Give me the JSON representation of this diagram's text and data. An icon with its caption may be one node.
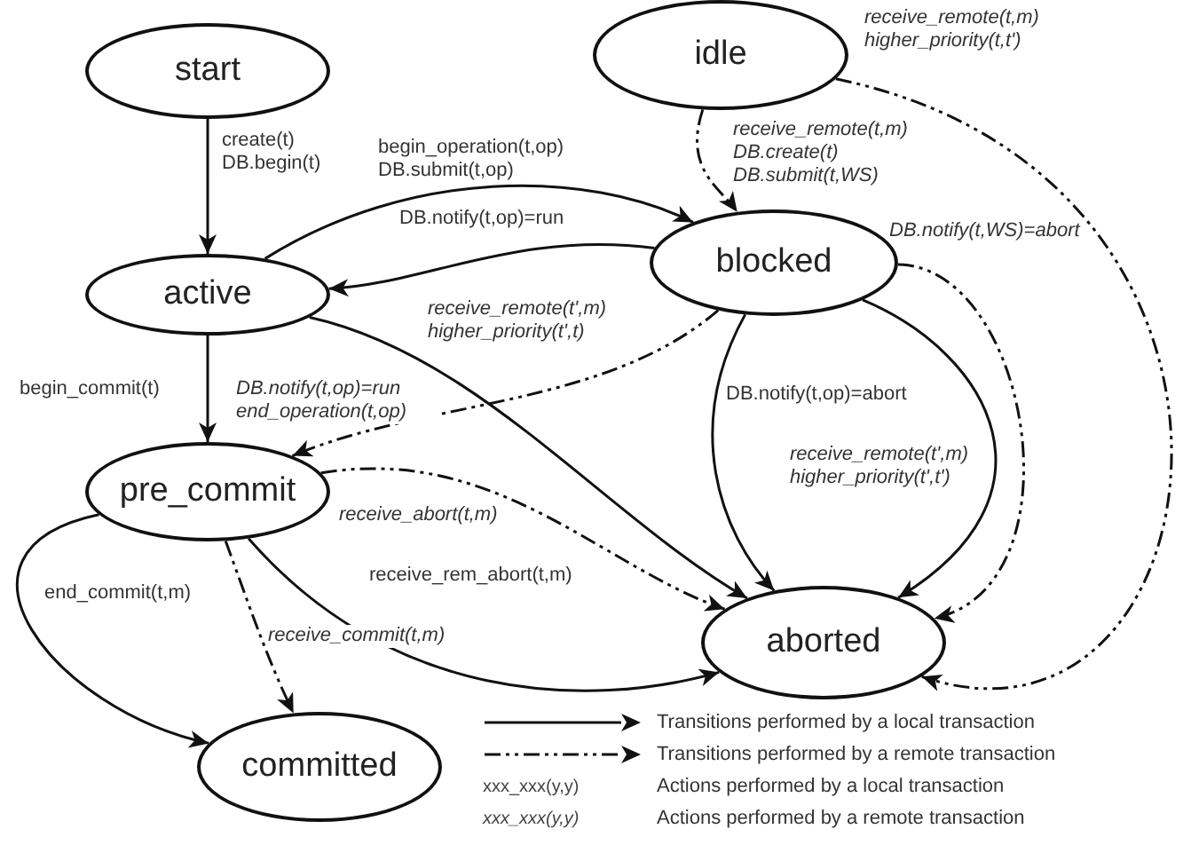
{
  "diagram": {
    "nodes": [
      {
        "text": [
          "start"
        ]
      },
      {
        "text": [
          "idle"
        ]
      },
      {
        "text": [
          "active"
        ]
      },
      {
        "text": [
          "blocked"
        ]
      },
      {
        "text": [
          "pre_commit"
        ]
      },
      {
        "text": [
          "aborted"
        ]
      },
      {
        "text": [
          "committed"
        ]
      }
    ],
    "edges": [
      {
        "from": 0,
        "to": 2,
        "arrow": "to",
        "label": "create(t) DB.begin(t)"
      },
      {
        "from": 2,
        "to": 3,
        "arrow": "to",
        "label": "begin_operation(t,op) DB.submit(t,op)"
      },
      {
        "from": 3,
        "to": 2,
        "arrow": "to",
        "label": "DB.notify(t,op)=run"
      },
      {
        "from": 1,
        "to": 3,
        "arrow": "to",
        "style": "dashed",
        "label": "*receive_remote(t,m) DB.create(t) DB.submit(t,WS)*"
      },
      {
        "from": 1,
        "to": 5,
        "arrow": "to",
        "style": "dashed",
        "label": "*receive_remote(t,m) higher_priority(t,t')*"
      },
      {
        "from": 3,
        "to": 5,
        "arrow": "to",
        "style": "dashed",
        "label": "*DB.notify(t,WS)=abort*"
      },
      {
        "from": 2,
        "to": 5,
        "arrow": "to",
        "label": "*receive_remote(t',m) higher_priority(t',t)*"
      },
      {
        "from": 2,
        "to": 4,
        "arrow": "to",
        "label": "begin_commit(t)"
      },
      {
        "from": 3,
        "to": 4,
        "arrow": "to",
        "style": "dashed",
        "label": "*DB.notify(t,op)=run end_operation(t,op)*"
      },
      {
        "from": 3,
        "to": 5,
        "arrow": "to",
        "label": "DB.notify(t,op)=abort"
      },
      {
        "from": 3,
        "to": 5,
        "arrow": "to",
        "label": "*receive_remote(t',m) higher_priority(t',t')*"
      },
      {
        "from": 4,
        "to": 5,
        "arrow": "to",
        "style": "dashed",
        "label": "*receive_abort(t,m)*"
      },
      {
        "from": 4,
        "to": 5,
        "arrow": "to",
        "label": "receive_rem_abort(t,m)"
      },
      {
        "from": 4,
        "to": 6,
        "arrow": "to",
        "label": "end_commit(t,m)"
      },
      {
        "from": 4,
        "to": 6,
        "arrow": "to",
        "style": "dashed",
        "label": "*receive_commit(t,m)*"
      }
    ],
    "labels": [
      "xxx_xxx(y,y)",
      "*xxx_xxx(y,y)*"
    ],
    "legend": [
      {
        "text": "Transitions performed by a local transaction"
      },
      {
        "text": "Transitions performed by a remote transaction"
      },
      {
        "text": "Actions performed by a local transaction"
      },
      {
        "text": "Actions performed by a remote transaction"
      }
    ]
  }
}
